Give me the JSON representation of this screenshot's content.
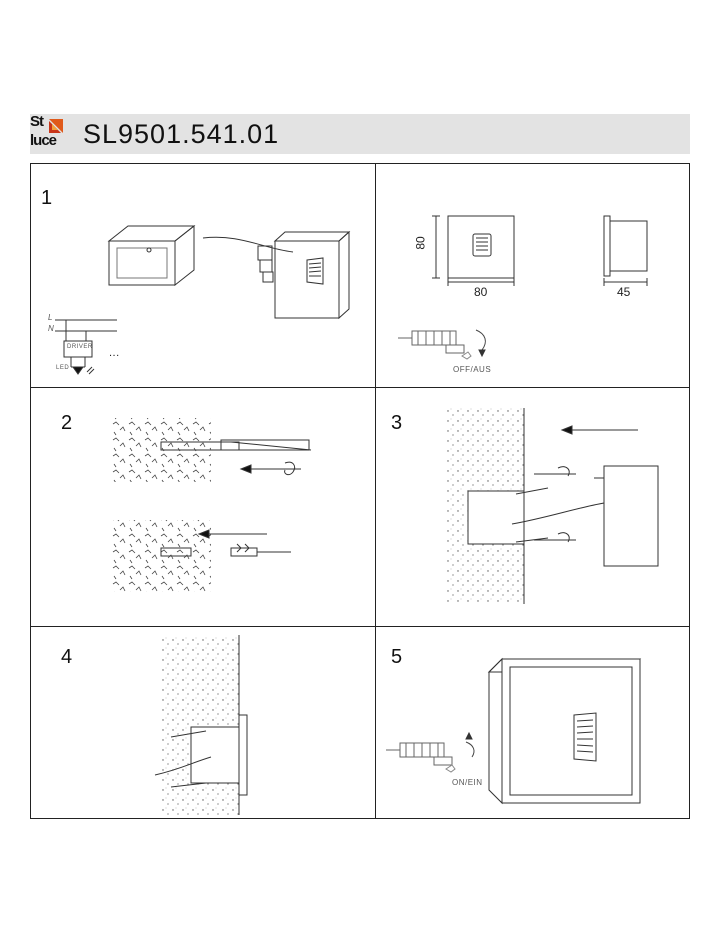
{
  "header": {
    "logo_top": "St",
    "logo_bottom": "luce",
    "title": "SL9501.541.01"
  },
  "steps": {
    "step1": "1",
    "step2": "2",
    "step3": "3",
    "step4": "4",
    "step5": "5"
  },
  "dimensions": {
    "height": "80",
    "width": "80",
    "depth": "45"
  },
  "wiring": {
    "line": "L",
    "neutral": "N",
    "driver": "DRIVER",
    "led": "LED",
    "ellipsis": "..."
  },
  "labels": {
    "off": "OFF/AUS",
    "on": "ON/EIN"
  },
  "colors": {
    "header_bg": "#e3e3e3",
    "logo_accent": "#e05a1a",
    "line": "#222222"
  }
}
